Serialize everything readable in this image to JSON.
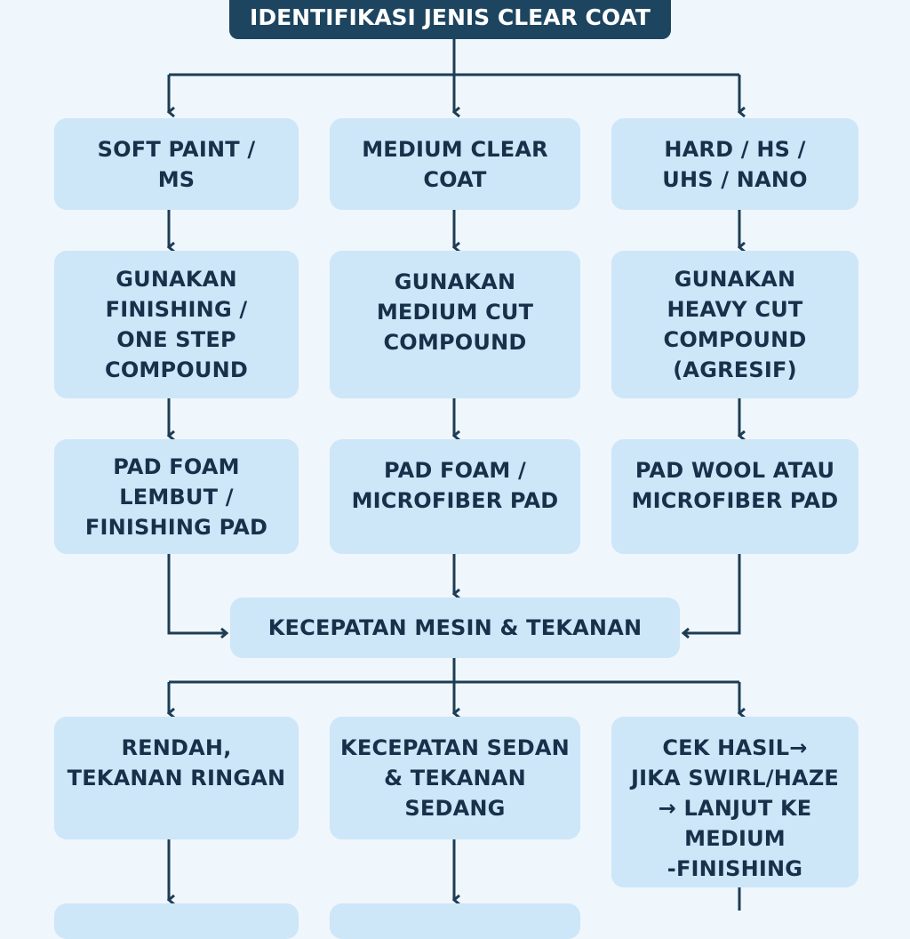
{
  "title": "IDENTIFIKASI JENIS CLEAR COAT",
  "types": [
    "SOFT PAINT /\nMS",
    "MEDIUM CLEAR\nCOAT",
    "HARD / HS /\nUHS / NANO"
  ],
  "compounds": [
    "GUNAKAN\nFINISHING /\nONE STEP\nCOMPOUND",
    "GUNAKAN\nMEDIUM CUT\nCOMPOUND",
    "GUNAKAN\nHEAVY CUT\nCOMPOUND\n(AGRESIF)"
  ],
  "pads": [
    "PAD FOAM\nLEMBUT /\nFINISHING PAD",
    "PAD FOAM /\nMICROFIBER PAD",
    "PAD WOOL ATAU\nMICROFIBER PAD"
  ],
  "speed_node": "KECEPATAN MESIN & TEKANAN",
  "speeds": [
    "RENDAH,\nTEKANAN RINGAN",
    "KECEPATAN SEDAN\n& TEKANAN\nSEDANG",
    "CEK HASIL→\nJIKA SWIRL/HAZE\n→ LANJUT KE\nMEDIUM\n-FINISHING"
  ],
  "colors": {
    "background": "#eff6fc",
    "box": "#cde6f8",
    "title_bg": "#1d4560",
    "text": "#17314a",
    "line": "#1d3d55"
  }
}
